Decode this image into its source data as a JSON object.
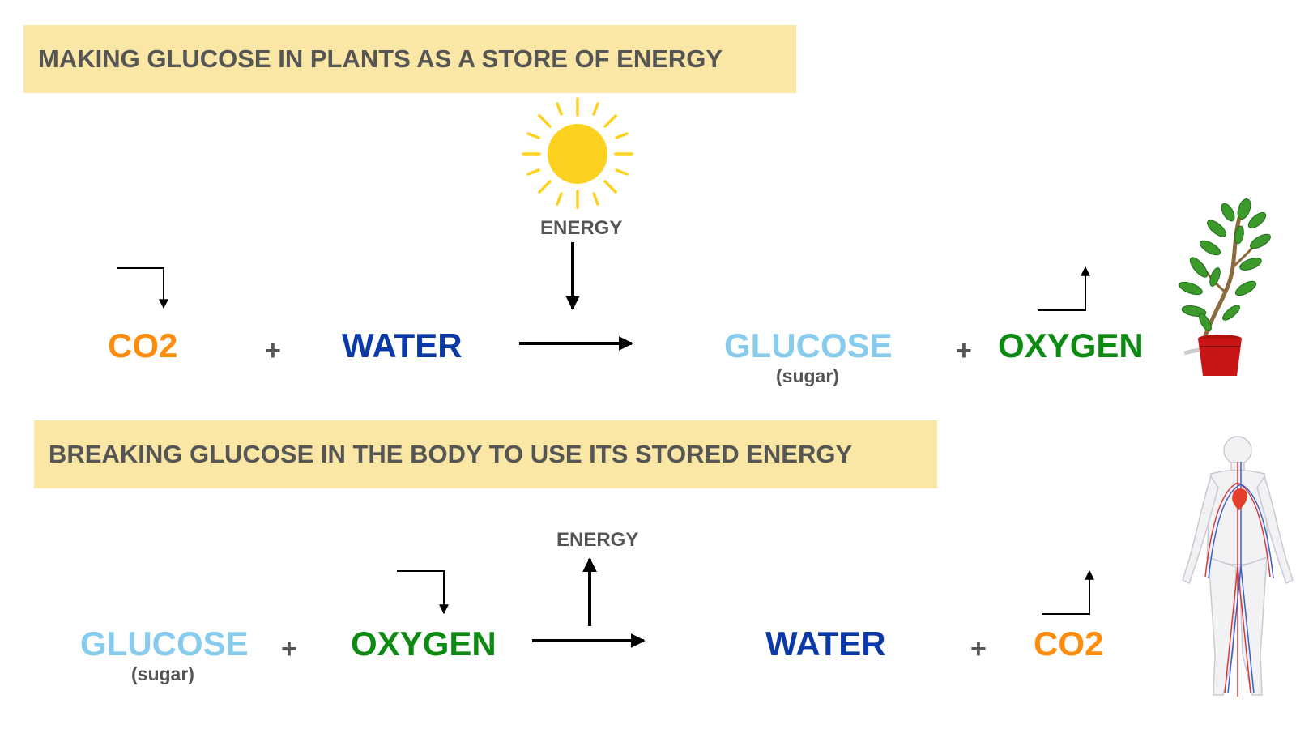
{
  "colors": {
    "co2": "#ff8c0a",
    "water": "#0b3aa8",
    "glucose": "#87ccec",
    "oxygen": "#0d8a12",
    "banner": "#fae7a5",
    "sun": "#fdd11f"
  },
  "icons": [
    "sun-icon",
    "plant-icon",
    "human-body-icon"
  ],
  "photosynthesis": {
    "heading": "MAKING GLUCOSE IN PLANTS AS A STORE OF ENERGY",
    "energy_label": "ENERGY",
    "reactant1": "CO2",
    "plus1": "+",
    "reactant2": "WATER",
    "product1": "GLUCOSE",
    "product1_note": "(sugar)",
    "plus2": "+",
    "product2": "OXYGEN"
  },
  "respiration": {
    "heading": "BREAKING GLUCOSE IN THE BODY TO USE ITS STORED ENERGY",
    "energy_label": "ENERGY",
    "reactant1": "GLUCOSE",
    "reactant1_note": "(sugar)",
    "plus1": "+",
    "reactant2": "OXYGEN",
    "product1": "WATER",
    "plus2": "+",
    "product2": "CO2"
  }
}
